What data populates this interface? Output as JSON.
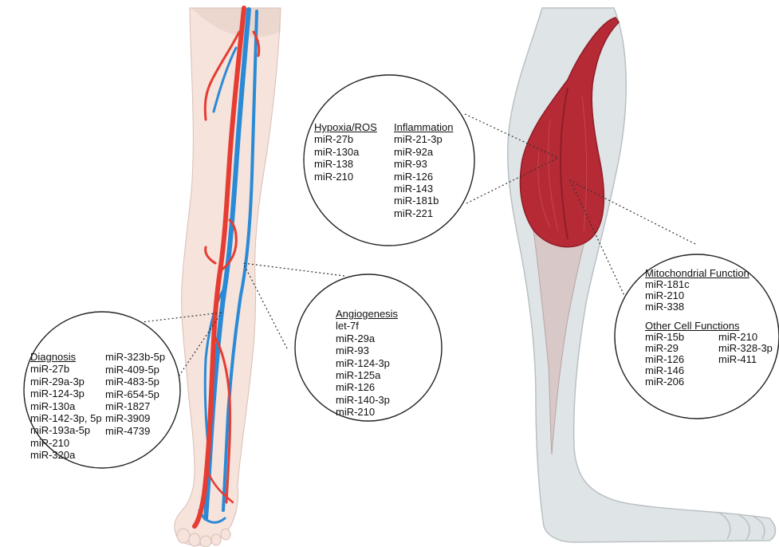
{
  "colors": {
    "skin": "#f5e3dc",
    "skin_outline": "#d9bfb5",
    "artery": "#e63c32",
    "vein": "#2a8ad6",
    "muscle": "#b52a35",
    "muscle_dark": "#8f1d28",
    "tendon": "#d8c8c8",
    "leg_grey": "#dfe4e6",
    "leg_grey_outline": "#b9c1c4",
    "circle_stroke": "#222222",
    "dotted_line": "#333333"
  },
  "icons": [
    "leg-vasculature-illustration",
    "calf-muscle-illustration"
  ],
  "hypoxia": {
    "title": "Hypoxia/ROS",
    "items": [
      "miR-27b",
      "miR-130a",
      "miR-138",
      "miR-210"
    ]
  },
  "inflammation": {
    "title": "Inflammation",
    "items": [
      "miR-21-3p",
      "miR-92a",
      "miR-93",
      "miR-126",
      "miR-143",
      "miR-181b",
      "miR-221"
    ]
  },
  "angiogenesis": {
    "title": "Angiogenesis",
    "items": [
      "let-7f",
      "miR-29a",
      "miR-93",
      "miR-124-3p",
      "miR-125a",
      "miR-126",
      "miR-140-3p",
      "miR-210"
    ]
  },
  "diagnosis": {
    "title": "Diagnosis",
    "col1": [
      "miR-27b",
      "miR-29a-3p",
      "miR-124-3p",
      "miR-130a",
      "miR-142-3p, 5p",
      "miR-193a-5p",
      "miR-210",
      "miR-320a"
    ],
    "col2": [
      "miR-323b-5p",
      "miR-409-5p",
      "miR-483-5p",
      "miR-654-5p",
      "miR-1827",
      "miR-3909",
      "miR-4739"
    ]
  },
  "mitochondrial": {
    "title": "Mitochondrial Function",
    "items": [
      "miR-181c",
      "miR-210",
      "miR-338"
    ]
  },
  "other": {
    "title": "Other Cell Functions",
    "col1": [
      "miR-15b",
      "miR-29",
      "miR-126",
      "miR-146",
      "miR-206"
    ],
    "col2": [
      "miR-210",
      "miR-328-3p",
      "miR-411"
    ]
  }
}
